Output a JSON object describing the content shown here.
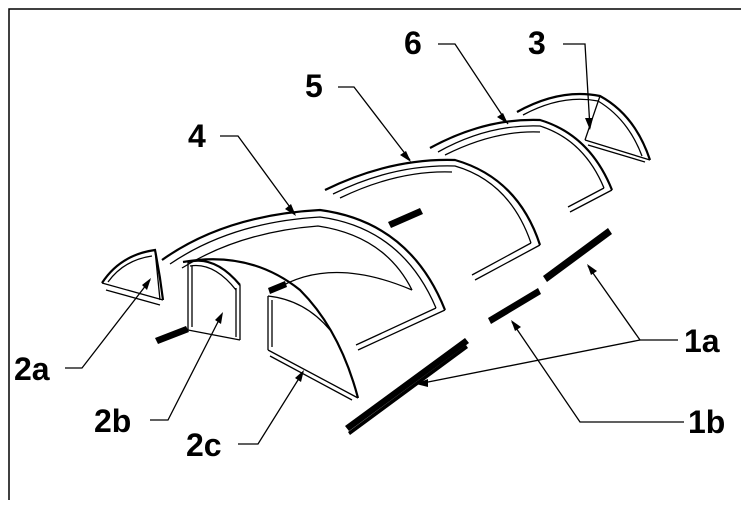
{
  "labels": {
    "l1a": "1a",
    "l1b": "1b",
    "l2a": "2a",
    "l2b": "2b",
    "l2c": "2c",
    "l3": "3",
    "l4": "4",
    "l5": "5",
    "l6": "6"
  },
  "colors": {
    "ink": "#000000",
    "paper": "#ffffff"
  }
}
